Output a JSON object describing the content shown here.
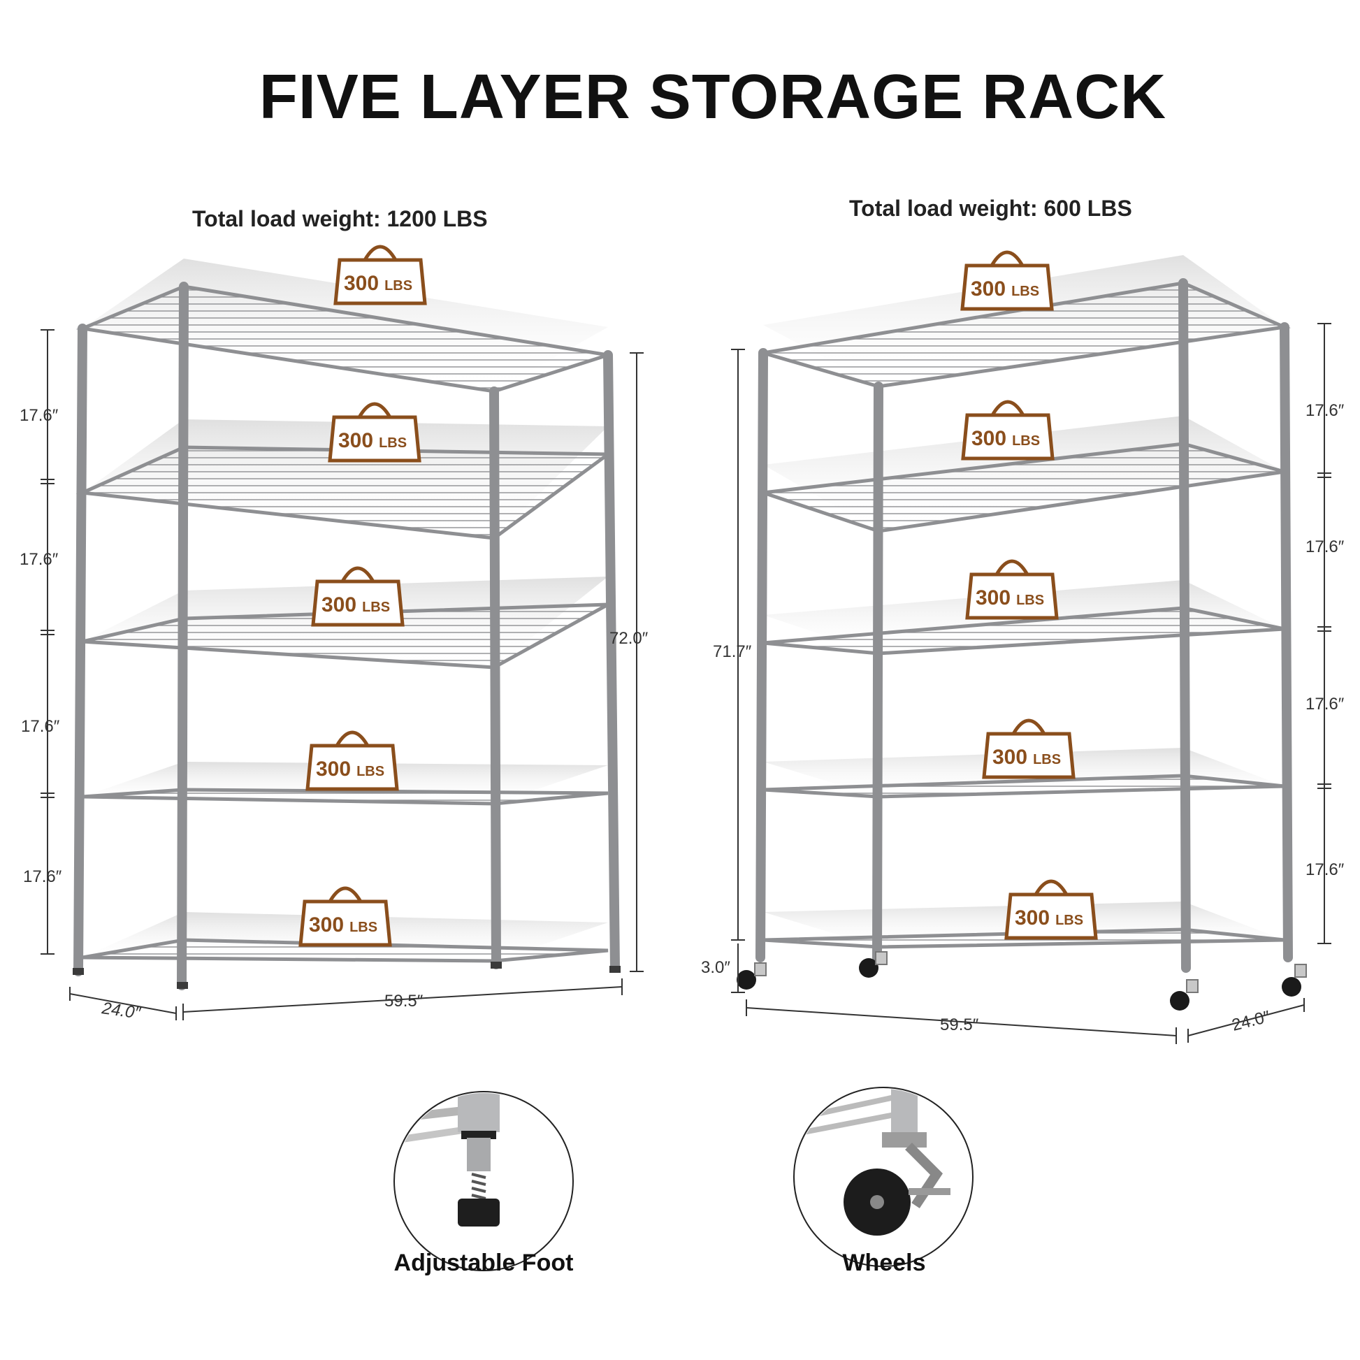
{
  "title": "FIVE LAYER STORAGE RACK",
  "left_rack": {
    "total_load": "Total load weight: 1200 LBS",
    "shelf_load_number": "300",
    "shelf_load_unit": "LBS",
    "tier_height": "17.6″",
    "total_height": "72.0″",
    "width": "59.5″",
    "depth": "24.0″"
  },
  "right_rack": {
    "total_load": "Total load weight: 600 LBS",
    "shelf_load_number": "300",
    "shelf_load_unit": "LBS",
    "tier_height": "17.6″",
    "total_height": "71.7″",
    "wheel_height": "3.0″",
    "width": "59.5″",
    "depth": "24.0″"
  },
  "details": {
    "foot_label": "Adjustable Foot",
    "wheels_label": "Wheels"
  },
  "colors": {
    "frame": "#8e8f92",
    "tag_border": "#8a4e1c",
    "tag_text": "#8a4e1c",
    "title": "#111111"
  }
}
